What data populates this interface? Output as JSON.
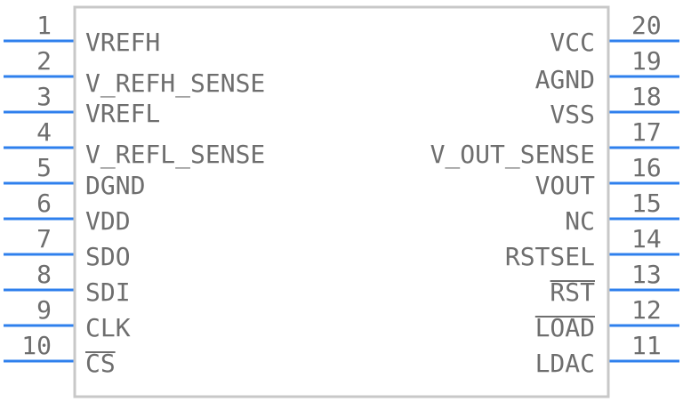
{
  "component": {
    "left_pins": [
      {
        "number": "1",
        "name": "VREFH",
        "overbar": false
      },
      {
        "number": "2",
        "name": "V_REFH_SENSE",
        "overbar": false
      },
      {
        "number": "3",
        "name": "VREFL",
        "overbar": false
      },
      {
        "number": "4",
        "name": "V_REFL_SENSE",
        "overbar": false
      },
      {
        "number": "5",
        "name": "DGND",
        "overbar": false
      },
      {
        "number": "6",
        "name": "VDD",
        "overbar": false
      },
      {
        "number": "7",
        "name": "SDO",
        "overbar": false
      },
      {
        "number": "8",
        "name": "SDI",
        "overbar": false
      },
      {
        "number": "9",
        "name": "CLK",
        "overbar": false
      },
      {
        "number": "10",
        "name": "CS",
        "overbar": true
      }
    ],
    "right_pins": [
      {
        "number": "20",
        "name": "VCC",
        "overbar": false
      },
      {
        "number": "19",
        "name": "AGND",
        "overbar": false
      },
      {
        "number": "18",
        "name": "VSS",
        "overbar": false
      },
      {
        "number": "17",
        "name": "V_OUT_SENSE",
        "overbar": false
      },
      {
        "number": "16",
        "name": "VOUT",
        "overbar": false
      },
      {
        "number": "15",
        "name": "NC",
        "overbar": false
      },
      {
        "number": "14",
        "name": "RSTSEL",
        "overbar": false
      },
      {
        "number": "13",
        "name": "RST",
        "overbar": true
      },
      {
        "number": "12",
        "name": "LOAD",
        "overbar": true
      },
      {
        "number": "11",
        "name": "LDAC",
        "overbar": false
      }
    ],
    "colors": {
      "pin_line": "#2f80ed",
      "body_outline": "#c8c8c8",
      "text": "#6e6e6e"
    }
  }
}
